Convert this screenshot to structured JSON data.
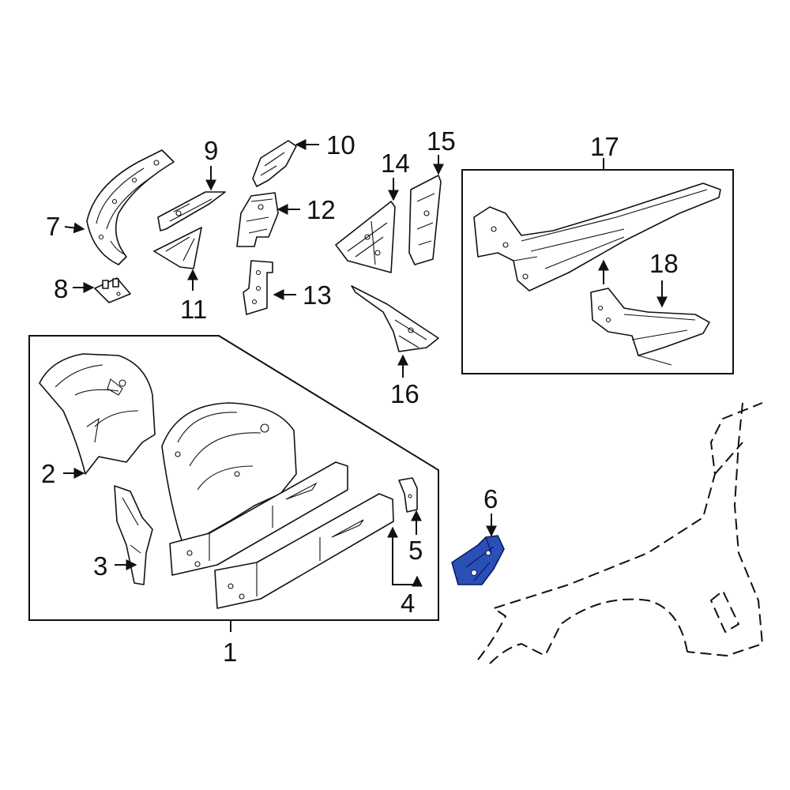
{
  "callouts": {
    "c1": "1",
    "c2": "2",
    "c3": "3",
    "c4": "4",
    "c5": "5",
    "c6": "6",
    "c7": "7",
    "c8": "8",
    "c9": "9",
    "c10": "10",
    "c11": "11",
    "c12": "12",
    "c13": "13",
    "c14": "14",
    "c15": "15",
    "c16": "16",
    "c17": "17",
    "c18": "18"
  },
  "colors": {
    "highlight": "#2a50b8",
    "line": "#111111",
    "background": "#ffffff"
  }
}
